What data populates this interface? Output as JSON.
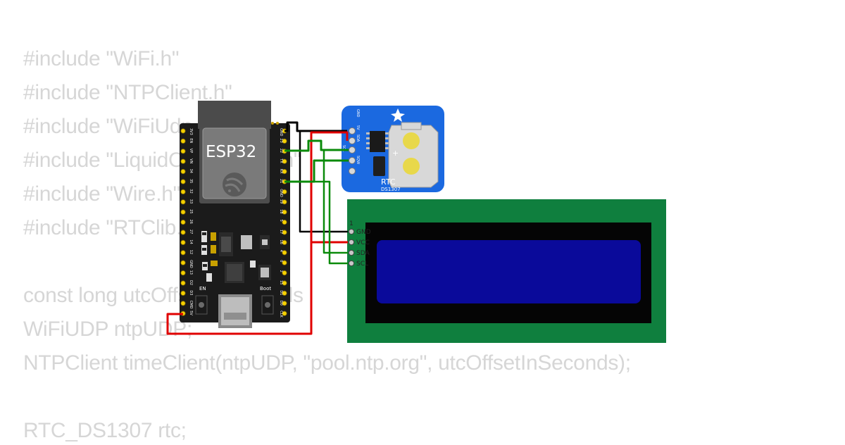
{
  "code_lines": [
    "#include \"WiFi.h\"",
    "#include \"NTPClient.h\"",
    "#include \"WiFiUdp.h\"",
    "#include \"LiquidCrystal_I2C.h\"",
    "#include \"Wire.h\"",
    "#include \"RTClib.h\"",
    "",
    "const long utcOffsetInSeconds",
    "WiFiUDP ntpUDP;",
    "NTPClient timeClient(ntpUDP, \"pool.ntp.org\", utcOffsetInSeconds);",
    "",
    "RTC_DS1307 rtc;"
  ],
  "esp32": {
    "title": "ESP32",
    "en_label": "EN",
    "boot_label": "Boot",
    "left_pins": [
      "3V3",
      "EN",
      "VP",
      "VN",
      "34",
      "35",
      "32",
      "33",
      "25",
      "26",
      "27",
      "14",
      "12",
      "GND",
      "13",
      "D2",
      "D3",
      "CMD",
      "5V"
    ],
    "right_pins": [
      "GND",
      "23",
      "22",
      "TX",
      "RX",
      "21",
      "GND",
      "19",
      "18",
      "5",
      "17",
      "16",
      "4",
      "0",
      "2",
      "15",
      "D1",
      "D0",
      "CLK"
    ]
  },
  "rtc": {
    "pins": [
      "GND",
      "5V",
      "SDA",
      "SCL",
      "SQW"
    ],
    "title": "RTC",
    "subtitle": "DS1307",
    "plus": "+"
  },
  "lcd": {
    "pin1": "1",
    "pins": [
      "GND",
      "VCC",
      "SDA",
      "SCL"
    ]
  },
  "colors": {
    "wire_gnd": "#000000",
    "wire_vcc": "#e00000",
    "wire_i2c": "#0a8a0a",
    "lcd_pcb": "#0f7f3e",
    "lcd_screen": "#0a0a9a",
    "rtc_pcb": "#1b69e0",
    "code_text": "#d6d6d6"
  }
}
